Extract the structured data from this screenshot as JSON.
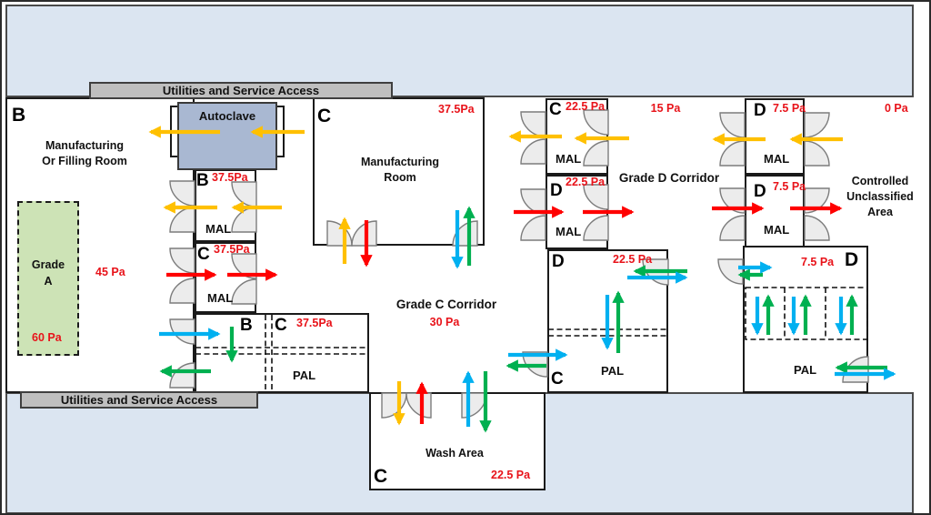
{
  "bars": {
    "top": "Utilities and Service Access",
    "bottom": "Utilities and Service Access"
  },
  "left_wing": {
    "room_b": {
      "grade": "B",
      "name1": "Manufacturing",
      "name2": "Or Filling  Room",
      "pressure": "45 Pa"
    },
    "grade_a": {
      "name1": "Grade",
      "name2": "A",
      "pressure": "60 Pa"
    },
    "autoclave": "Autoclave",
    "mal_b": {
      "grade": "B",
      "pressure": "37.5Pa",
      "label": "MAL"
    },
    "mal_c": {
      "grade": "C",
      "pressure": "37.5Pa",
      "label": "MAL"
    },
    "pal_bc": {
      "grade1": "B",
      "grade2": "C",
      "pressure": "37.5Pa",
      "label": "PAL"
    }
  },
  "center": {
    "mfg": {
      "grade": "C",
      "pressure": "37.5Pa",
      "name1": "Manufacturing",
      "name2": "Room"
    },
    "corridor_c": {
      "name": "Grade C Corridor",
      "pressure": "30 Pa"
    },
    "wash": {
      "grade": "C",
      "name": "Wash Area",
      "pressure": "22.5 Pa"
    }
  },
  "right_wing": {
    "mal_c2": {
      "grade": "C",
      "pressure": "22.5 Pa",
      "label": "MAL"
    },
    "mal_d1": {
      "grade": "D",
      "pressure": "22.5 Pa",
      "label": "MAL"
    },
    "corridor_d": {
      "name": "Grade D Corridor",
      "pressure": "15 Pa"
    },
    "pal_dc": {
      "grade1": "D",
      "pressure": "22.5 Pa",
      "label": "PAL",
      "grade2": "C"
    },
    "mal_d2": {
      "grade": "D",
      "pressure": "7.5 Pa",
      "label": "MAL"
    },
    "mal_d3": {
      "grade": "D",
      "pressure": "7.5 Pa",
      "label": "MAL"
    },
    "pal_d": {
      "grade": "D",
      "pressure": "7.5 Pa",
      "label": "PAL"
    },
    "cua": {
      "pressure": "0 Pa",
      "name1": "Controlled",
      "name2": "Unclassified",
      "name3": "Area"
    }
  },
  "colors": {
    "supply_air": "#FFC000",
    "return_air": "#FF0000",
    "exhaust": "#00B050",
    "fresh": "#00B0F0",
    "band": "#DBE5F1",
    "service_bar": "#BFBFBF",
    "autoclave_fill": "#A9B8D2",
    "grade_a_fill": "#CDE3B6"
  }
}
